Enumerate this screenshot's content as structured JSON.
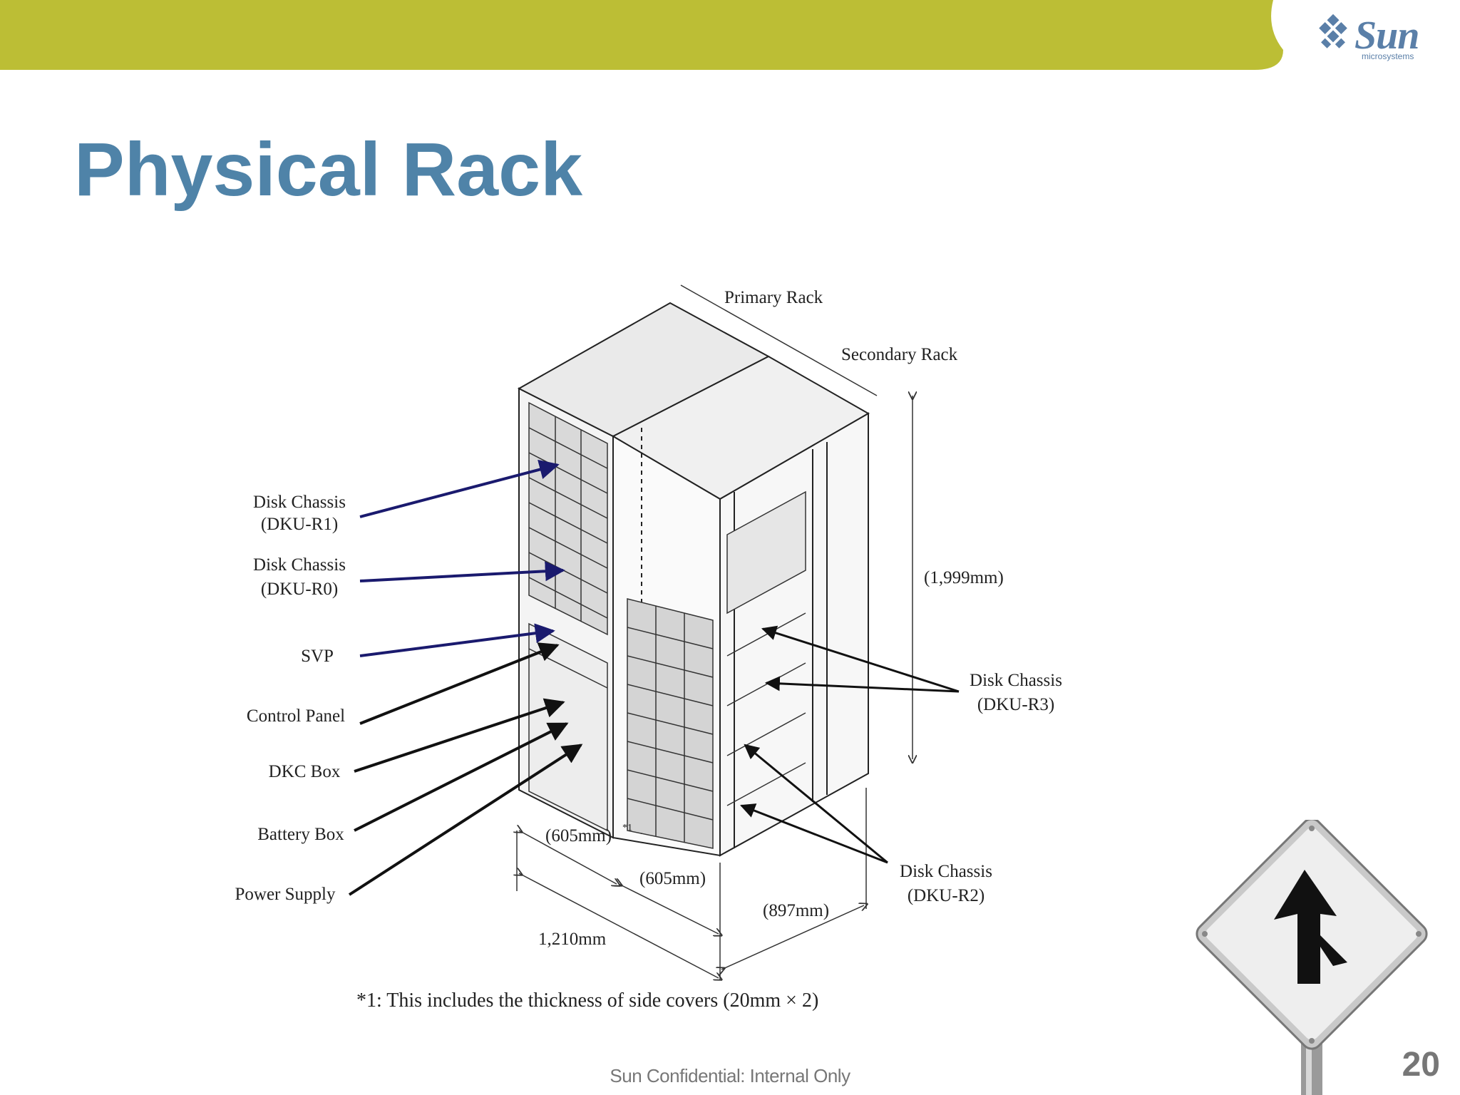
{
  "header": {
    "bar_color": "#bcbe35",
    "logo_text": "Sun",
    "logo_sub": "microsystems"
  },
  "slide": {
    "title": "Physical Rack",
    "page_number": "20",
    "footer": "Sun Confidential: Internal Only"
  },
  "diagram": {
    "labels": {
      "primary_rack": "Primary Rack",
      "secondary_rack": "Secondary Rack",
      "disk_r1_a": "Disk Chassis",
      "disk_r1_b": "(DKU-R1)",
      "disk_r0_a": "Disk Chassis",
      "disk_r0_b": "(DKU-R0)",
      "svp": "SVP",
      "control_panel": "Control Panel",
      "dkc_box": "DKC Box",
      "battery_box": "Battery Box",
      "power_supply": "Power Supply",
      "height": "(1,999mm)",
      "disk_r3_a": "Disk Chassis",
      "disk_r3_b": "(DKU-R3)",
      "disk_r2_a": "Disk Chassis",
      "disk_r2_b": "(DKU-R2)",
      "width_a": "(605mm)",
      "note_mark": "*1",
      "width_b": "(605mm)",
      "depth": "(897mm)",
      "total_width": "1,210mm"
    },
    "footnote": "*1: This includes the thickness of side covers (20mm × 2)"
  },
  "sign": {
    "icon": "merge-arrow-icon"
  }
}
